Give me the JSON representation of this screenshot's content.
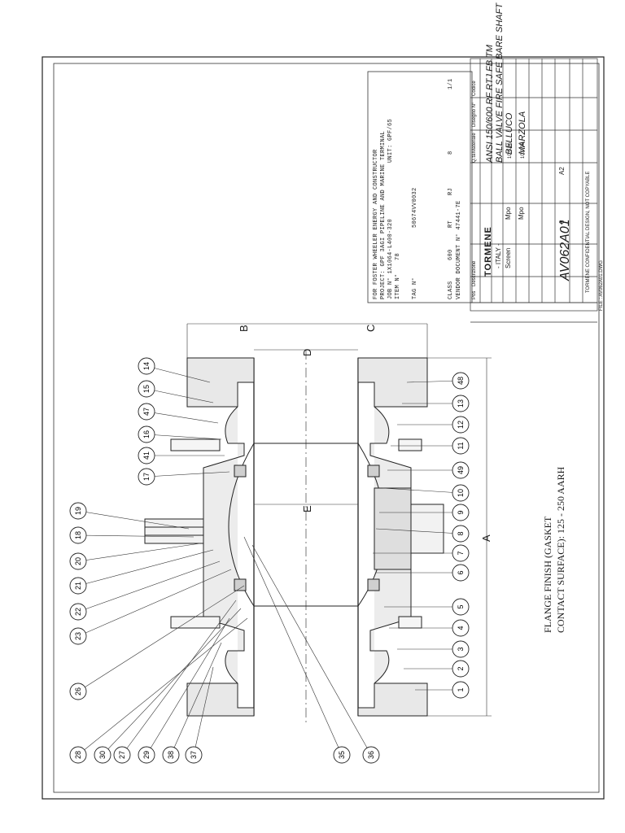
{
  "project_box": {
    "line1": "FOR FOSTER WHEELER ENERGY AND CONSTRUCTOR",
    "line2": "PROJECT: GPF 3AGI PIPELINE AND MARINE TERMINAL",
    "line3": "JOB N° 1X1064-L400-320",
    "line3b": "UNIT: GPF/65",
    "line4": "ITEM N°",
    "line4b": "78",
    "line5": "TAG N°",
    "line5b": "50674VV0032",
    "line6": "CLASS",
    "line6b": "600",
    "line6c": "RT",
    "line6d": "RJ",
    "line6e": "8",
    "line6f": "1/1",
    "line7": "VENDOR DOCUMENT N° 47441-7E"
  },
  "title_block": {
    "company": "TORMENE",
    "country": "- ITALY -",
    "title_line1": "ANSI 150/600 RF RTJ FB TM",
    "title_line2": "BALL VALVE FIRE SAFE BARE SHAFT",
    "drawing_number": "AV062A01",
    "drawn_by": "BELLUCO",
    "checked_by": "MARZOLA",
    "scale": "0",
    "format": "A2",
    "col_pos": "Pos",
    "col_desc": "Descrizione",
    "col_qty": "Q.tà",
    "col_material": "Materiale",
    "col_drawing": "Disegno N°",
    "col_code": "Codice",
    "date1": "10.0.96",
    "date2": "10.0.96",
    "screen": "Screen",
    "mpo1": "Mpo",
    "mpo2": "Mpo",
    "footer": "TORMENE CONFIDENTIAL DESIGN, NOT COPYABLE",
    "file": "FILE : AV062A01.DWG"
  },
  "dimensions": {
    "A": "A",
    "B": "B",
    "C": "C",
    "D": "D",
    "E": "E"
  },
  "flange_note": {
    "line1": "FLANGE FINISH (GASKET",
    "line2": "CONTACT SURFACE): 125 - 250 AARH"
  },
  "balloons_left": [
    "14",
    "15",
    "47",
    "16",
    "41",
    "17",
    "19",
    "18",
    "20",
    "21",
    "22",
    "23",
    "26",
    "28",
    "30",
    "27",
    "29",
    "38",
    "37",
    "35",
    "36"
  ],
  "balloons_right": [
    "48",
    "13",
    "12",
    "11",
    "49",
    "10",
    "9",
    "8",
    "7",
    "6",
    "5",
    "4",
    "3",
    "2",
    "1"
  ]
}
